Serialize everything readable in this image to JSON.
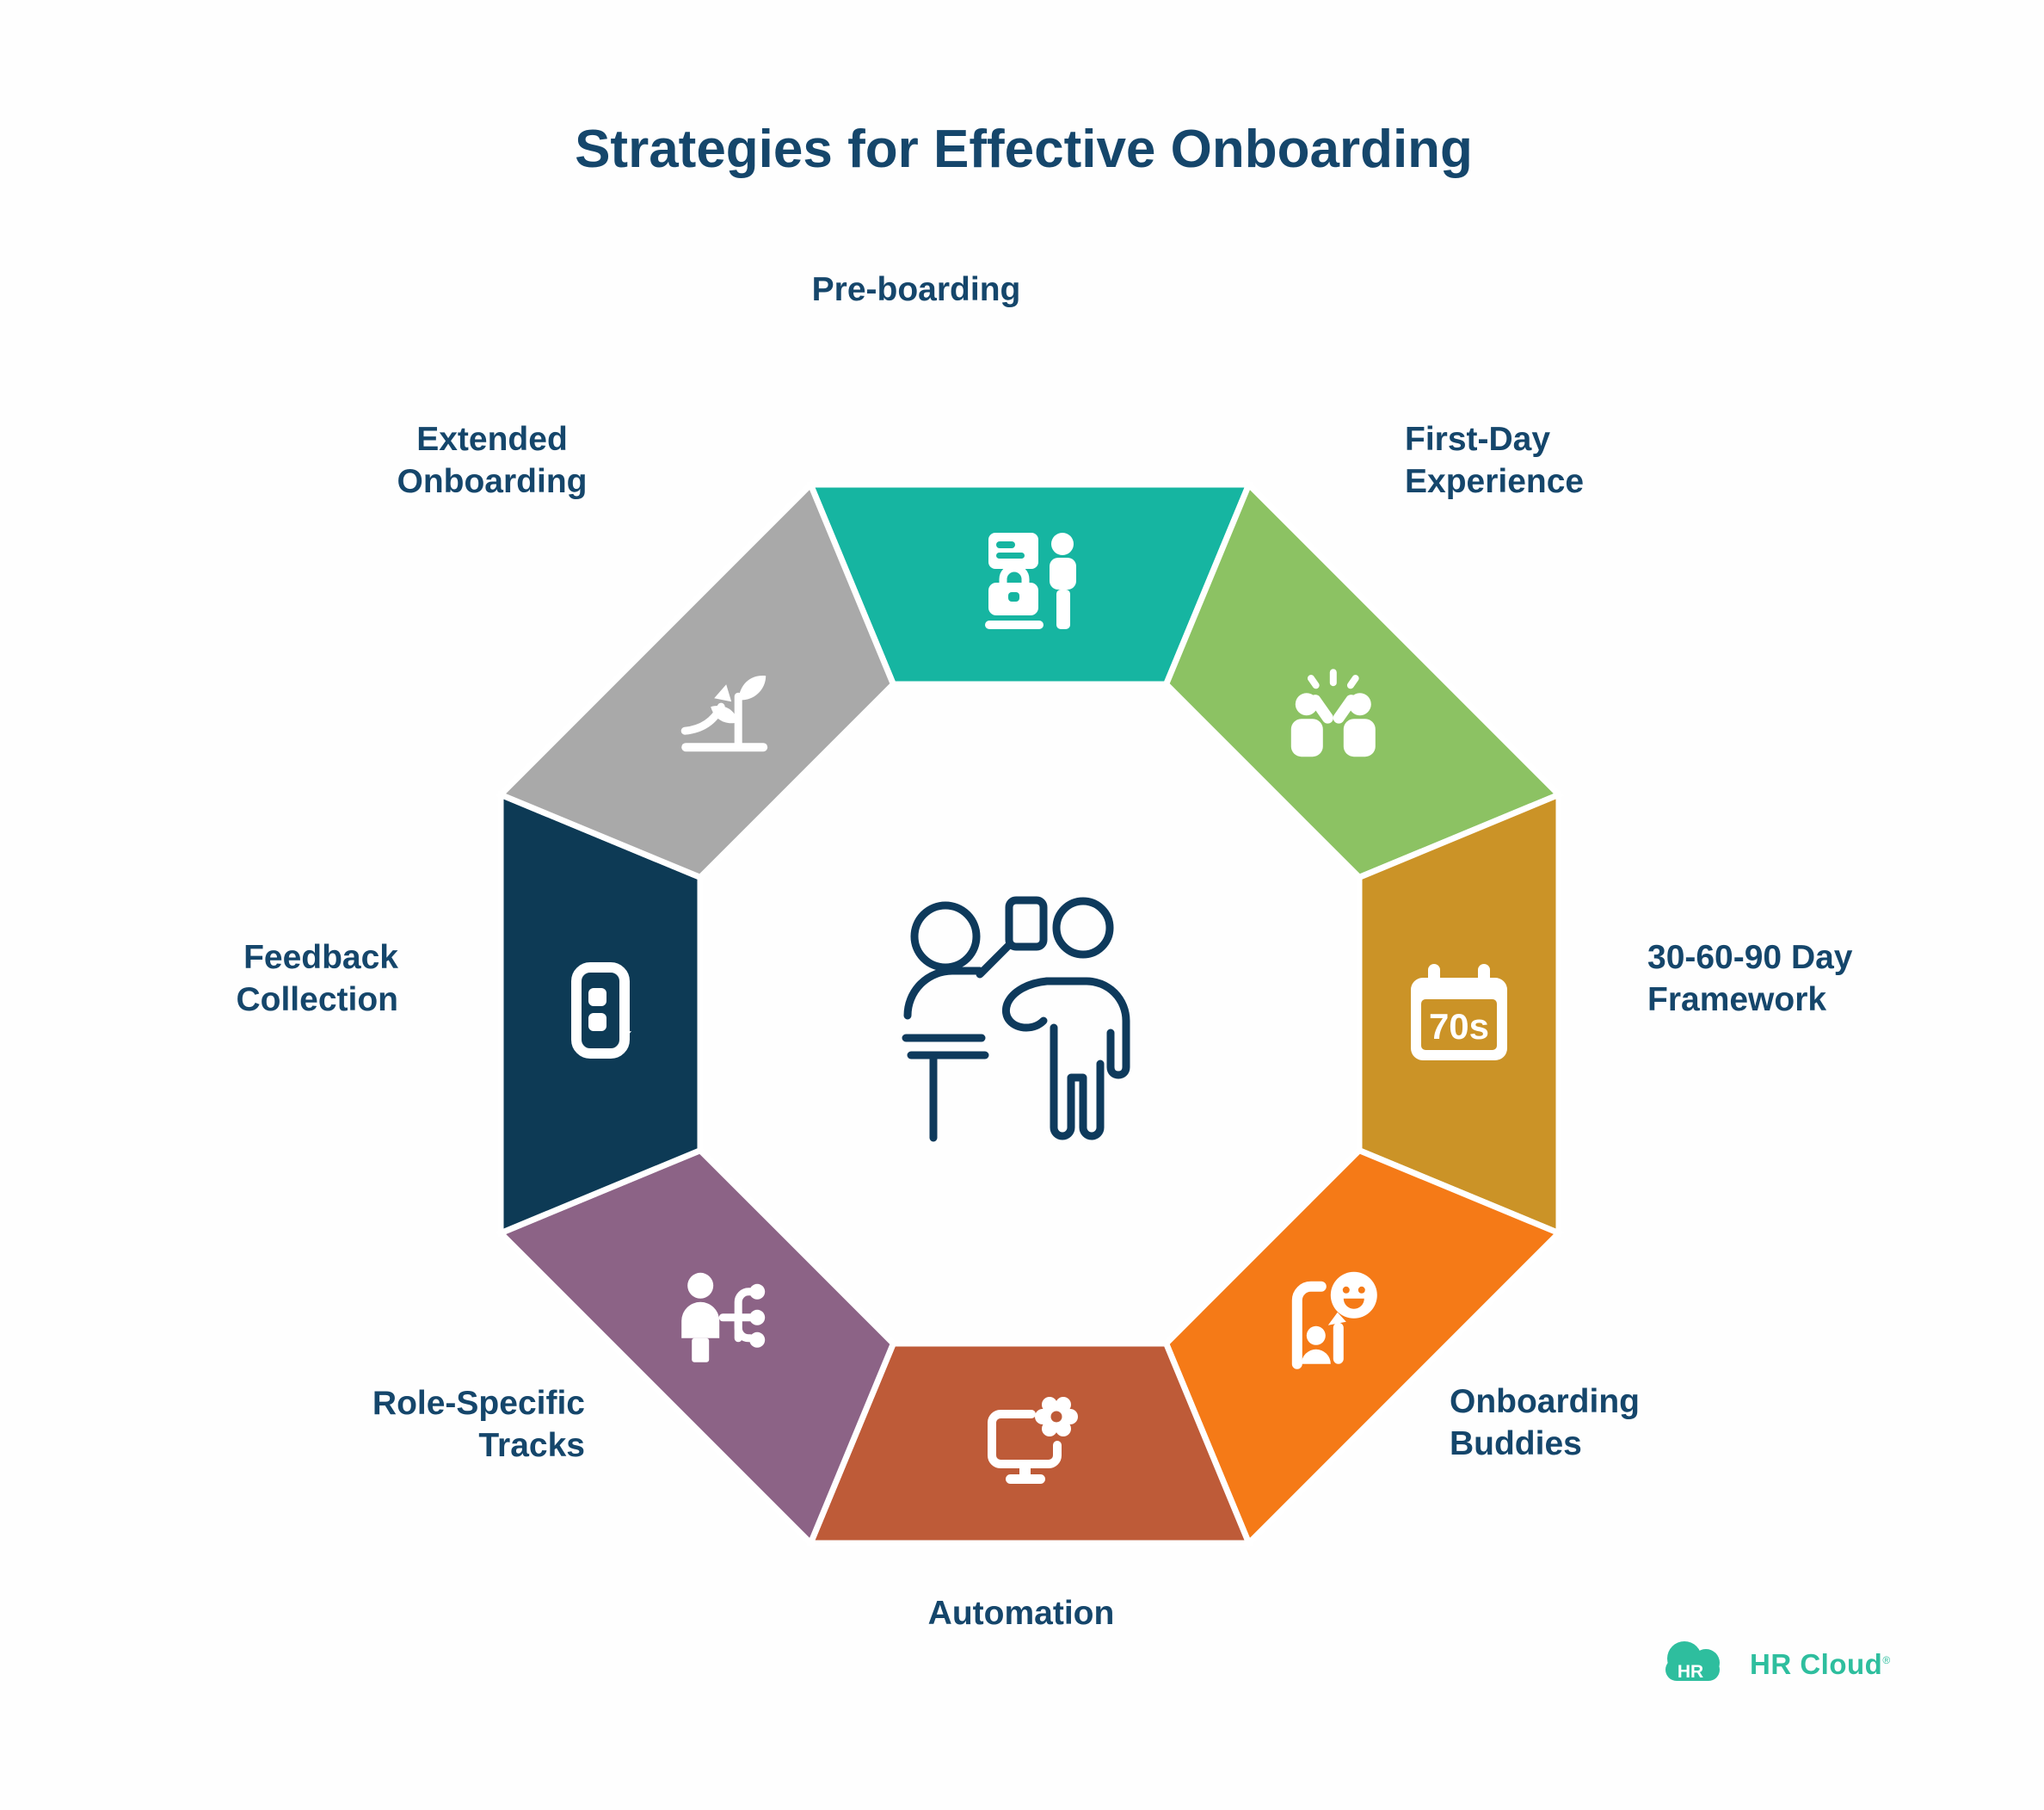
{
  "title": "Strategies for Effective Onboarding",
  "colors": {
    "background": "#fefefe",
    "label": "#15466b",
    "center_stroke": "#0e3a5c",
    "segment_gap": "#ffffff"
  },
  "center_illustration": "welcome-desk-greeting",
  "diagram": {
    "type": "octagon-ring",
    "segments": [
      {
        "id": "pre-boarding",
        "label": "Pre-boarding",
        "lines": [
          "Pre-boarding"
        ],
        "color": "#16b5a1",
        "icon": "badge-luggage-person"
      },
      {
        "id": "first-day-experience",
        "label": "First-Day Experience",
        "lines": [
          "First-Day",
          "Experience"
        ],
        "color": "#8cc263",
        "icon": "high-five"
      },
      {
        "id": "30-60-90-framework",
        "label": "30-60-90 Day Framework",
        "lines": [
          "30-60-90 Day",
          "Framework"
        ],
        "color": "#cb9327",
        "icon": "calendar",
        "icon_text": "70s"
      },
      {
        "id": "onboarding-buddies",
        "label": "Onboarding Buddies",
        "lines": [
          "Onboarding",
          "Buddies"
        ],
        "color": "#f57a17",
        "icon": "buddy-chat-smiley"
      },
      {
        "id": "automation",
        "label": "Automation",
        "lines": [
          "Automation"
        ],
        "color": "#be5b38",
        "icon": "monitor-gear"
      },
      {
        "id": "role-specific-tracks",
        "label": "Role-Specific Tracks",
        "lines": [
          "Role-Specific",
          "Tracks"
        ],
        "color": "#8c6386",
        "icon": "person-branching-paths"
      },
      {
        "id": "feedback-collection",
        "label": "Feedback Collection",
        "lines": [
          "Feedback",
          "Collection"
        ],
        "color": "#0d3a55",
        "icon": "survey-phone"
      },
      {
        "id": "extended-onboarding",
        "label": "Extended Onboarding",
        "lines": [
          "Extended",
          "Onboarding"
        ],
        "color": "#a9a9a9",
        "icon": "growth-sprout-arrow"
      }
    ]
  },
  "brand": {
    "logo_text": "HR",
    "name": "HR Cloud",
    "trademark": "®",
    "color": "#2ebe9e"
  }
}
